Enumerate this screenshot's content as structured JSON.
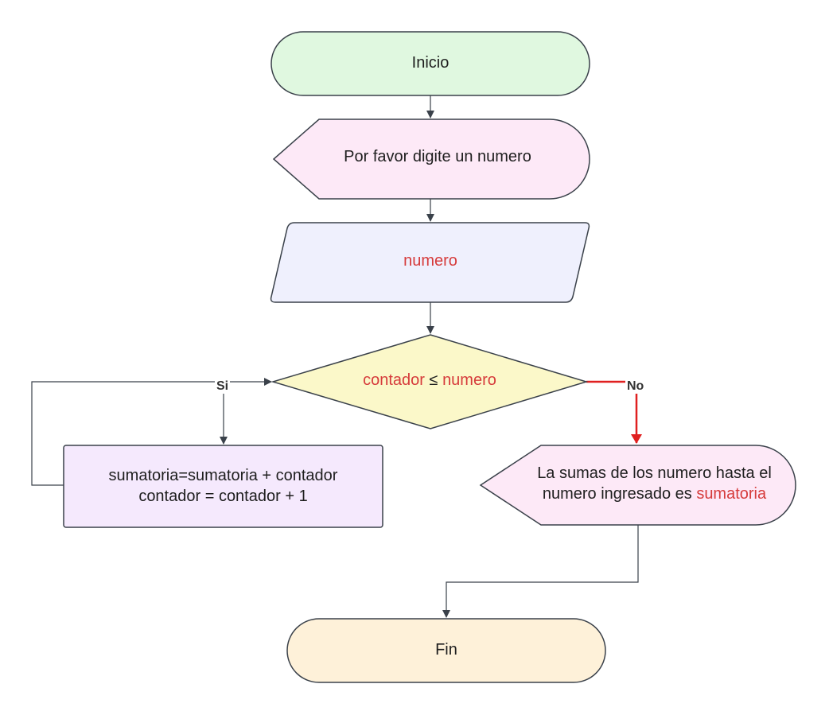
{
  "nodes": {
    "inicio": {
      "text": "Inicio",
      "fill": "#e0f8e0"
    },
    "prompt": {
      "text": "Por favor digite un numero",
      "fill": "#fde9f7"
    },
    "input": {
      "text": "numero",
      "fill": "#eff0fd"
    },
    "decision": {
      "left": "contador",
      "op": " ≤ ",
      "right": "numero",
      "fill": "#fbf8c9"
    },
    "process": {
      "line1": "sumatoria=sumatoria + contador",
      "line2": "contador = contador + 1",
      "fill": "#f5e9fd"
    },
    "output": {
      "line1": "La sumas de los numero hasta el",
      "line2_prefix": "numero ingresado es ",
      "line2_var": "sumatoria",
      "fill": "#fde9f7"
    },
    "fin": {
      "text": "Fin",
      "fill": "#fef1d9"
    }
  },
  "edges": {
    "yes_label": "Si",
    "no_label": "No"
  },
  "colors": {
    "stroke": "#3a414a",
    "variable": "#d63b3b",
    "no_edge": "#e02020"
  }
}
